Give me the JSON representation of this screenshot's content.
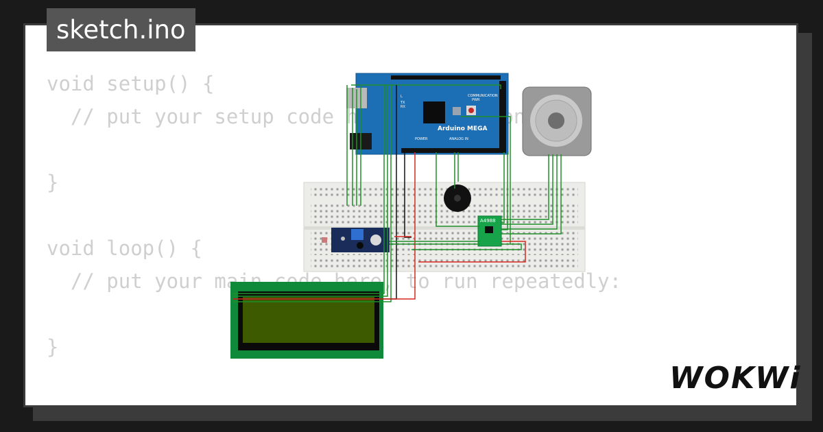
{
  "file_tab": {
    "label": "sketch.ino"
  },
  "code": {
    "lines": [
      "void setup() {",
      "  // put your setup code here, to run once:",
      "",
      "}",
      "",
      "void loop() {",
      "  // put your main code here, to run repeatedly:",
      "",
      "}"
    ]
  },
  "board": {
    "name": "Arduino MEGA",
    "power_label": "POWER",
    "analog_label": "ANALOG IN",
    "comm_label": "COMMUNICATION",
    "pwr_led": "PWR",
    "tx": "TX",
    "rx": "RX",
    "l": "L"
  },
  "driver": {
    "label": "A4988"
  },
  "brand": {
    "logo": "WOKWi"
  },
  "colors": {
    "board": "#1d6fb5",
    "breadboard": "#ecece8",
    "wire_green": "#1f8f2a",
    "wire_red": "#d8261f",
    "lcd_pcb": "#0f8a3a",
    "lcd_screen": "#3d5a00",
    "driver_pcb": "#17a34a"
  }
}
